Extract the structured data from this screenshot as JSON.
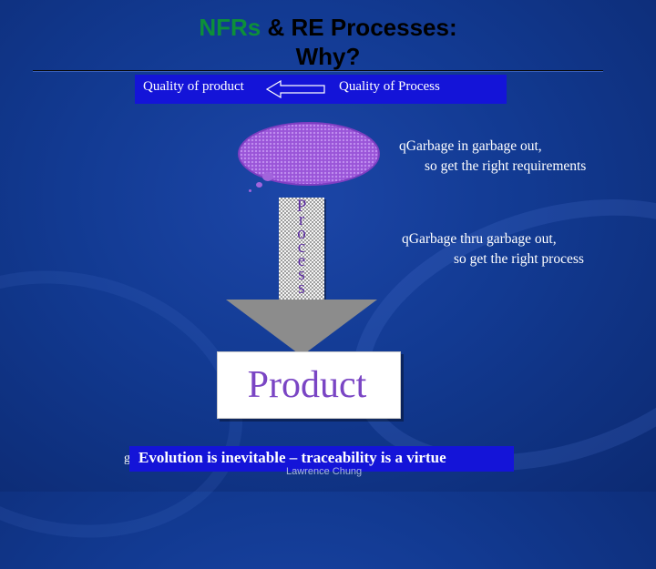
{
  "slide": {
    "title_accent": "NFRs",
    "title_rest": " & RE Processes:",
    "title_line2": "Why?",
    "quality_product": "Quality of product",
    "quality_process": "Quality of Process",
    "bullet1_line1": "Garbage in garbage out,",
    "bullet1_line2": "so get the right requirements",
    "bullet2_line1": "Garbage thru garbage out,",
    "bullet2_line2": "so get the right process",
    "bullet_glyph": "q",
    "process_letters": [
      "P",
      "r",
      "o",
      "c",
      "e",
      "s",
      "s"
    ],
    "product_label": "Product",
    "evolution_prefix": "g",
    "evolution_text": "Evolution is inevitable – traceability is a virtue",
    "footer_name": "Lawrence Chung",
    "colors": {
      "background": "#123a92",
      "title_accent": "#0d8f3a",
      "highlight_bar": "#1414d8",
      "cloud": "#9a55d8",
      "product_text": "#7a45c4"
    }
  }
}
